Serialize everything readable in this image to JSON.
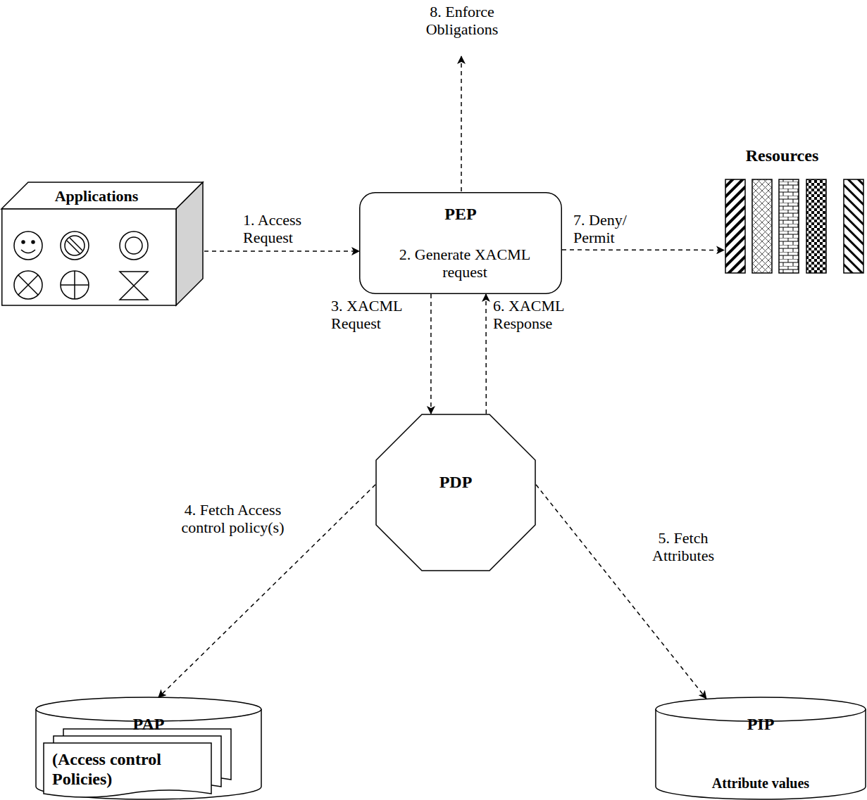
{
  "diagram": {
    "nodes": [
      {
        "text": [
          "Applications"
        ]
      },
      {
        "text": [
          "PEP",
          "2. Generate XACML request"
        ]
      },
      {
        "text": [
          "Resources"
        ]
      },
      {
        "text": [
          "PDP"
        ]
      },
      {
        "text": [
          "PAP",
          "(Access control Policies)"
        ]
      },
      {
        "text": [
          "PIP",
          "Attribute values"
        ]
      }
    ],
    "edges": [
      {
        "from": 0,
        "to": 1,
        "arrow": "to",
        "label": "1. Access Request"
      },
      {
        "from": 1,
        "to": 2,
        "arrow": "to",
        "label": "7. Deny/ Permit"
      },
      {
        "from": 1,
        "to": 3,
        "arrow": "to",
        "label": "3. XACML Request"
      },
      {
        "from": 3,
        "to": 1,
        "arrow": "to",
        "label": "6. XACML Response"
      },
      {
        "from": 3,
        "to": 4,
        "arrow": "to",
        "label": "4. Fetch Access control policy(s)"
      },
      {
        "from": 3,
        "to": 5,
        "arrow": "to",
        "label": "5. Fetch Attributes"
      }
    ],
    "labels": [
      "8. Enforce Obligations"
    ]
  }
}
